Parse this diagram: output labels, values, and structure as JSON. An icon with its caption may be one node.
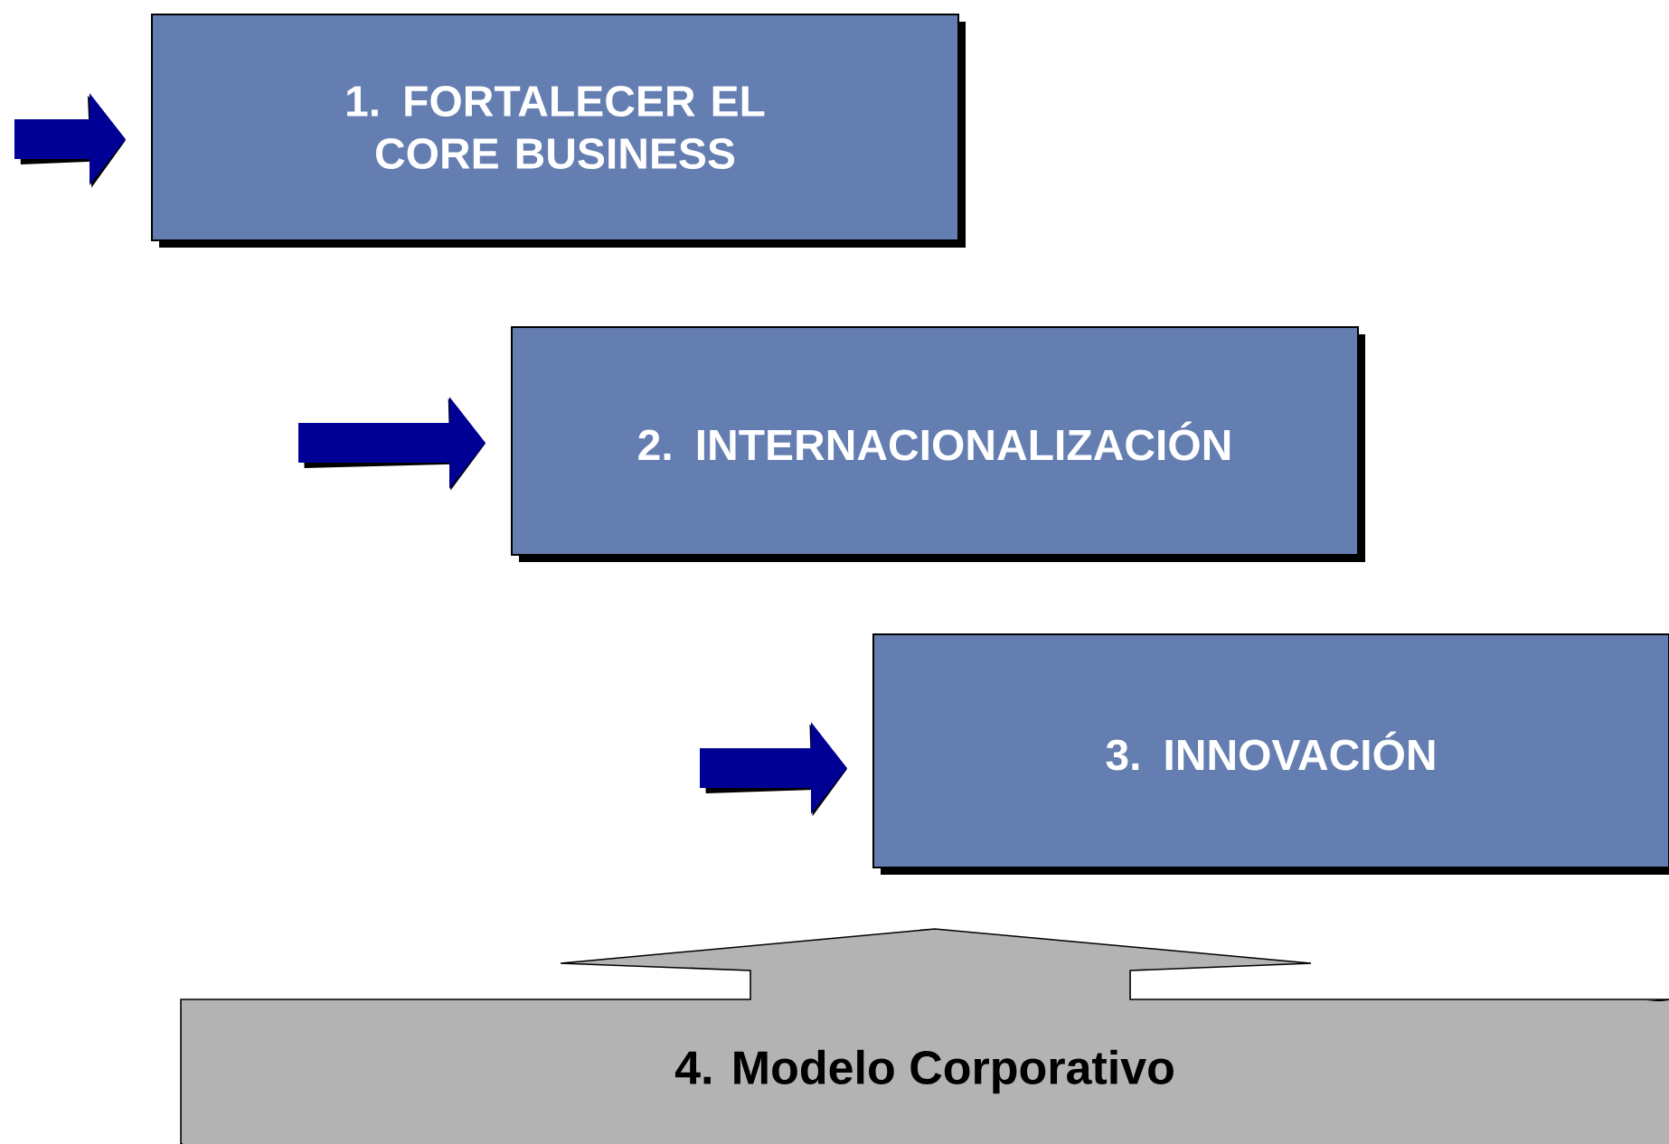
{
  "diagram": {
    "nodes": [
      {
        "text": [
          "1. FORTALECER EL CORE BUSINESS"
        ]
      },
      {
        "text": [
          "2. INTERNACIONALIZACIÓN"
        ]
      },
      {
        "text": [
          "3. INNOVACIÓN"
        ]
      },
      {
        "text": [
          "4. Modelo Corporativo"
        ]
      }
    ],
    "edges": [
      {
        "from": null,
        "to": 0,
        "arrow": "to"
      },
      {
        "from": null,
        "to": 1,
        "arrow": "to"
      },
      {
        "from": null,
        "to": 2,
        "arrow": "to"
      }
    ]
  }
}
